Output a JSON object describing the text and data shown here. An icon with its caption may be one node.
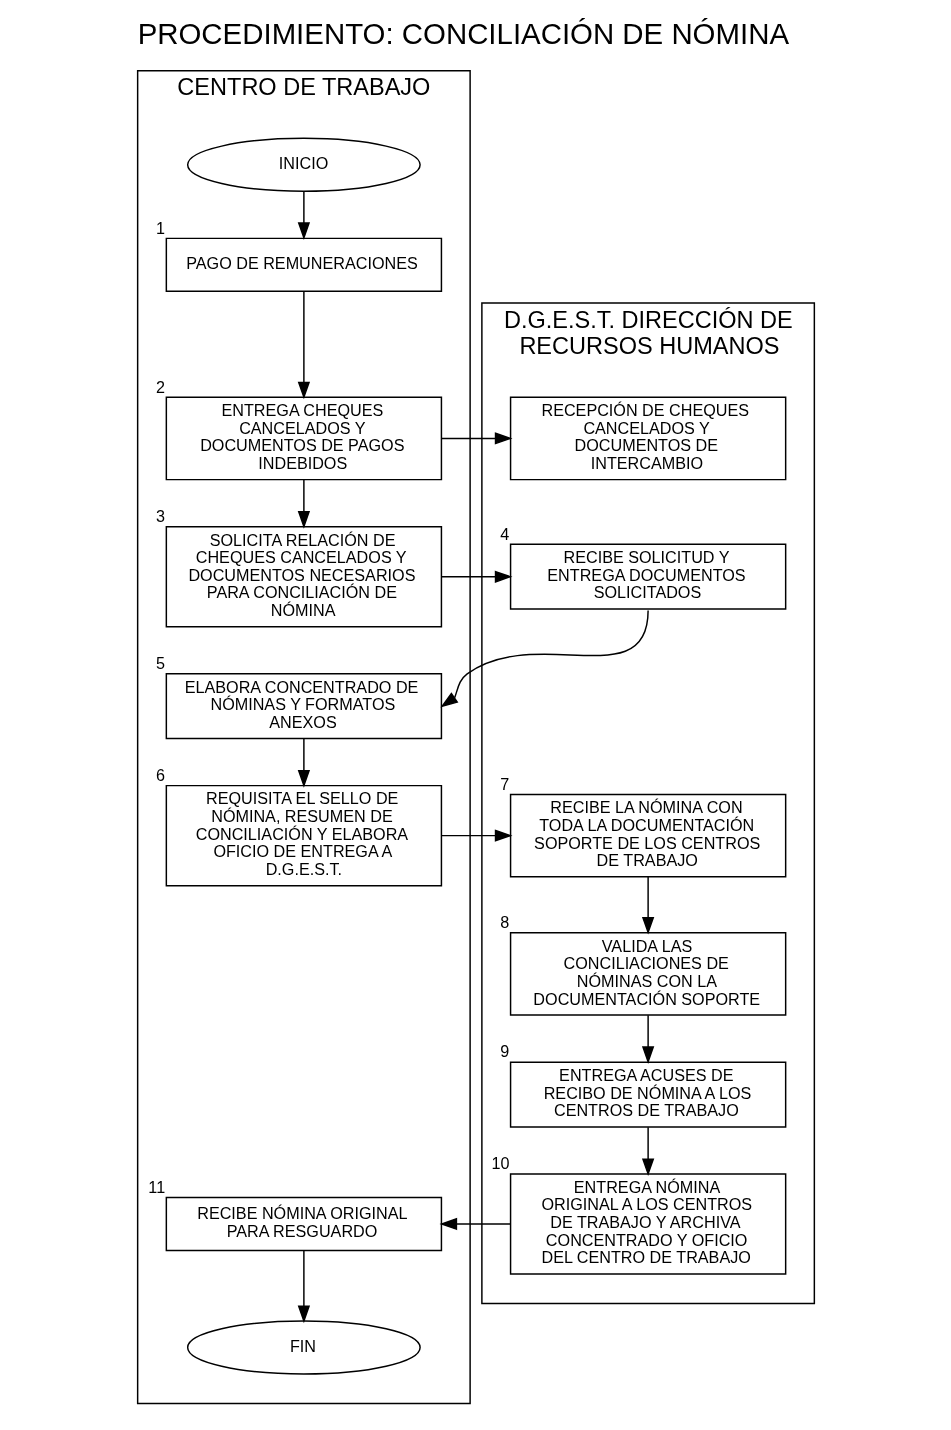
{
  "diagram": {
    "title": "PROCEDIMIENTO: CONCILIACIÓN DE NÓMINA",
    "nodes": [
      {
        "text": [
          "CENTRO DE TRABAJO"
        ]
      },
      {
        "text": [
          "D.G.E.S.T. DIRECCIÓN DE RECURSOS HUMANOS"
        ]
      },
      {
        "text": [
          "INICIO"
        ],
        "in": 0
      },
      {
        "text": [
          "PAGO DE REMUNERACIONES"
        ],
        "beside": [
          "1"
        ],
        "in": 0
      },
      {
        "text": [
          "ENTREGA CHEQUES CANCELADOS Y DOCUMENTOS DE PAGOS INDEBIDOS"
        ],
        "beside": [
          "2"
        ],
        "in": 0
      },
      {
        "text": [
          "RECEPCIÓN DE CHEQUES CANCELADOS Y DOCUMENTOS DE INTERCAMBIO"
        ],
        "in": 1
      },
      {
        "text": [
          "SOLICITA RELACIÓN DE CHEQUES CANCELADOS Y DOCUMENTOS NECESARIOS PARA CONCILIACIÓN DE NÓMINA"
        ],
        "beside": [
          "3"
        ],
        "in": 0
      },
      {
        "text": [
          "RECIBE SOLICITUD Y ENTREGA DOCUMENTOS SOLICITADOS"
        ],
        "beside": [
          "4"
        ],
        "in": 1
      },
      {
        "text": [
          "ELABORA CONCENTRADO DE NÓMINAS Y FORMATOS ANEXOS"
        ],
        "beside": [
          "5"
        ],
        "in": 0
      },
      {
        "text": [
          "REQUISITA EL SELLO DE NÓMINA, RESUMEN DE CONCILIACIÓN Y ELABORA OFICIO DE ENTREGA A D.G.E.S.T."
        ],
        "beside": [
          "6"
        ],
        "in": 0
      },
      {
        "text": [
          "RECIBE LA NÓMINA CON TODA LA DOCUMENTACIÓN SOPORTE DE LOS CENTROS DE TRABAJO"
        ],
        "beside": [
          "7"
        ],
        "in": 1
      },
      {
        "text": [
          "VALIDA LAS CONCILIACIONES DE NÓMINAS CON LA DOCUMENTACIÓN SOPORTE"
        ],
        "beside": [
          "8"
        ],
        "in": 1
      },
      {
        "text": [
          "ENTREGA ACUSES DE RECIBO DE NÓMINA A LOS CENTROS DE TRABAJO"
        ],
        "beside": [
          "9"
        ],
        "in": 1
      },
      {
        "text": [
          "ENTREGA NÓMINA ORIGINAL A LOS CENTROS DE TRABAJO Y ARCHIVA CONCENTRADO Y OFICIO DEL CENTRO DE TRABAJO"
        ],
        "beside": [
          "10"
        ],
        "in": 1
      },
      {
        "text": [
          "RECIBE NÓMINA ORIGINAL PARA RESGUARDO"
        ],
        "beside": [
          "11"
        ],
        "in": 0
      },
      {
        "text": [
          "FIN"
        ],
        "in": 0
      }
    ],
    "edges": [
      {
        "from": 2,
        "to": 3,
        "arrow": "to"
      },
      {
        "from": 3,
        "to": 4,
        "arrow": "to"
      },
      {
        "from": 4,
        "to": 5,
        "arrow": "to"
      },
      {
        "from": 4,
        "to": 6,
        "arrow": "to"
      },
      {
        "from": 6,
        "to": 7,
        "arrow": "to"
      },
      {
        "from": 7,
        "to": 8,
        "arrow": "to"
      },
      {
        "from": 8,
        "to": 9,
        "arrow": "to"
      },
      {
        "from": 9,
        "to": 10,
        "arrow": "to"
      },
      {
        "from": 10,
        "to": 11,
        "arrow": "to"
      },
      {
        "from": 11,
        "to": 12,
        "arrow": "to"
      },
      {
        "from": 12,
        "to": 13,
        "arrow": "to"
      },
      {
        "from": 13,
        "to": 14,
        "arrow": "to"
      },
      {
        "from": 14,
        "to": 15,
        "arrow": "to"
      }
    ]
  }
}
